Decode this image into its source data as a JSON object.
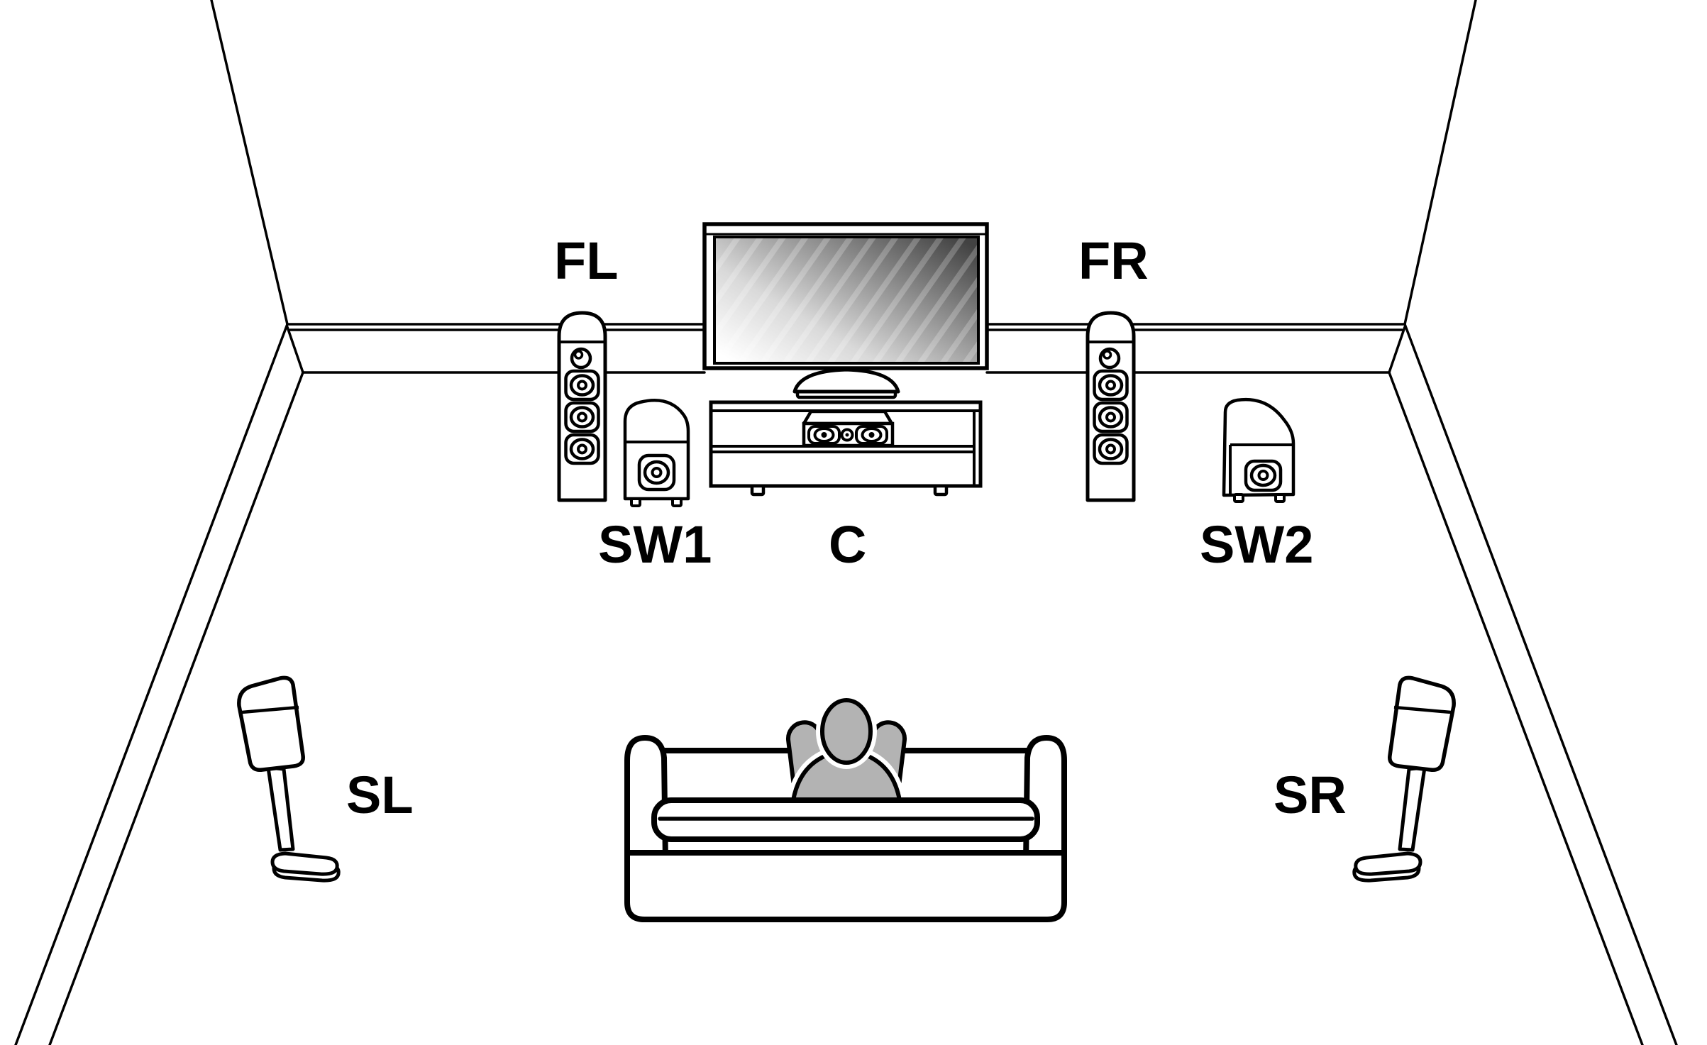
{
  "diagram": {
    "labels": {
      "front_left": "FL",
      "front_right": "FR",
      "subwoofer_1": "SW1",
      "center": "C",
      "subwoofer_2": "SW2",
      "surround_left": "SL",
      "surround_right": "SR"
    },
    "colors": {
      "line": "#000000",
      "background": "#ffffff",
      "person_fill": "#b3b3b3",
      "screen_gradient": [
        "#ffffff",
        "#d9d9d9",
        "#8f8f8f",
        "#424242"
      ]
    }
  }
}
